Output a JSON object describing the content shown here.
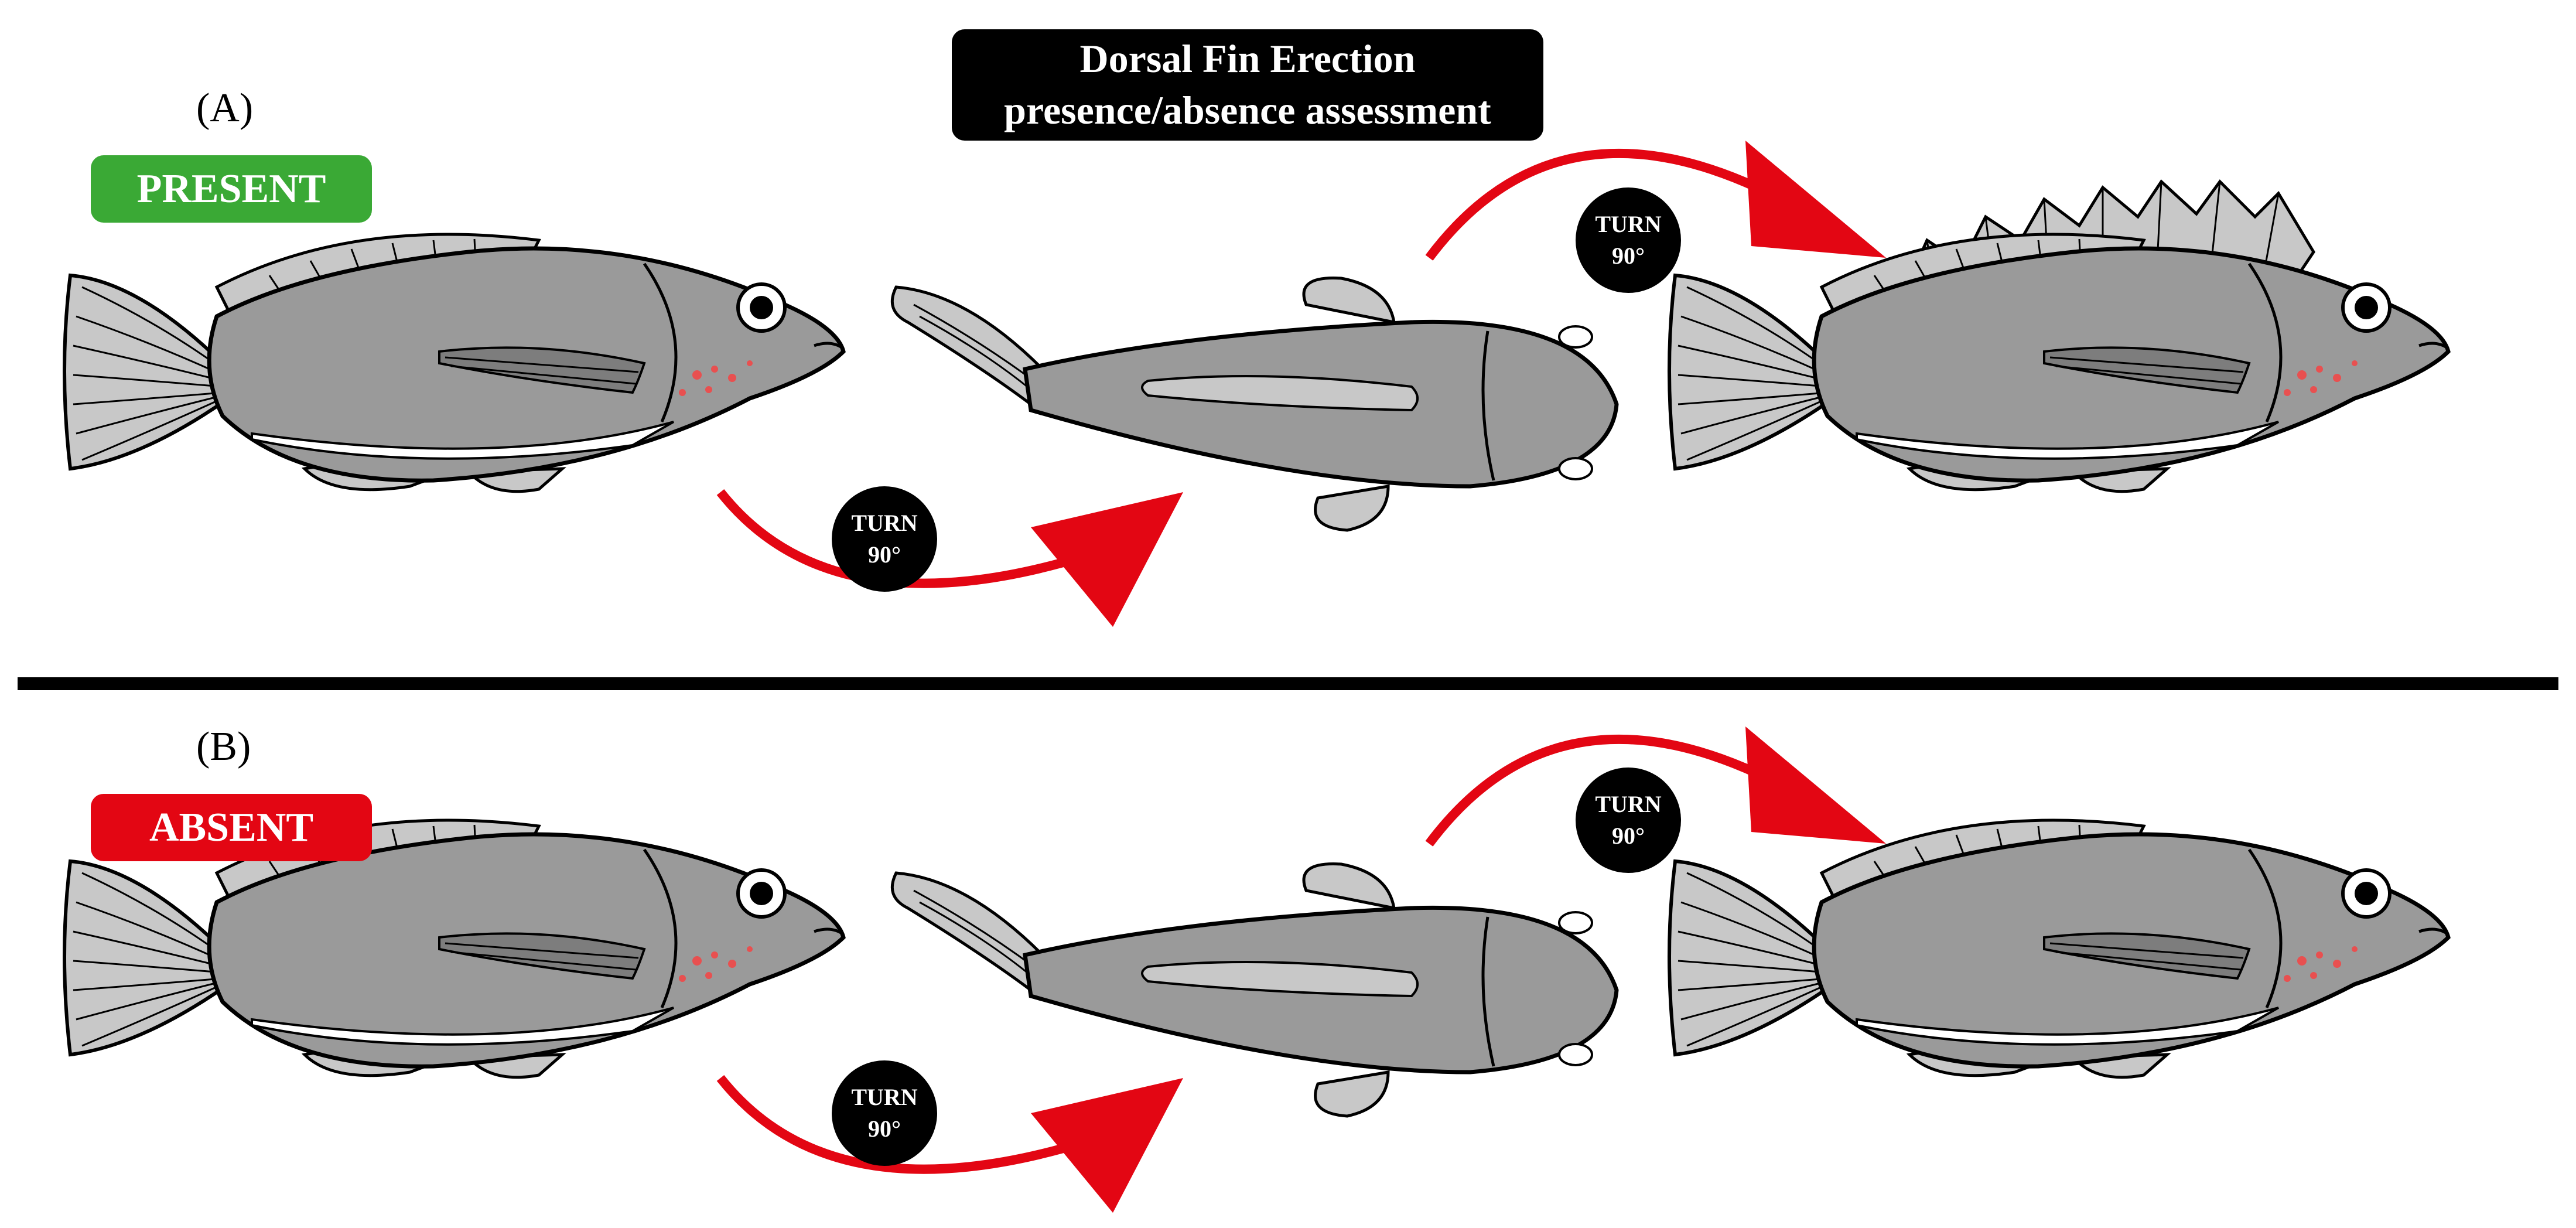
{
  "title": {
    "line1": "Dorsal Fin Erection",
    "line2": "presence/absence assessment"
  },
  "panels": [
    {
      "letter": "(A)",
      "status": "PRESENT",
      "status_color": "#3aa935"
    },
    {
      "letter": "(B)",
      "status": "ABSENT",
      "status_color": "#e30613"
    }
  ],
  "turn_label": {
    "line1": "TURN",
    "line2": "90°"
  },
  "colors": {
    "fish_body": "#9a9a9a",
    "fin": "#c8c8c8",
    "arrow": "#e30613",
    "outline": "#000000"
  }
}
